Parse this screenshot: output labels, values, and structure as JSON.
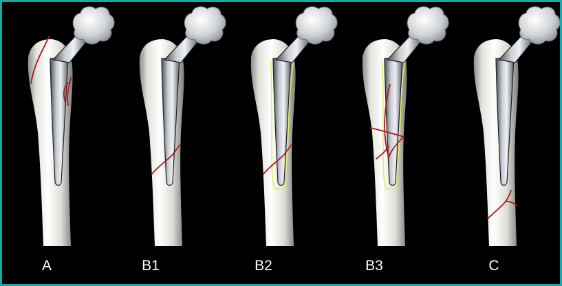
{
  "colors": {
    "border": "#19a8a8",
    "background": "#000000",
    "fracture": "#b0161c",
    "cement": "#e6ea6a",
    "bone": "#f0f0ec",
    "label": "#ffffff"
  },
  "panels": [
    {
      "label": "A",
      "fracture_pattern": "trochanteric",
      "cement_outline": false,
      "prosthesis_loose": false
    },
    {
      "label": "B1",
      "fracture_pattern": "around-stem-tip",
      "cement_outline": false,
      "prosthesis_loose": false
    },
    {
      "label": "B2",
      "fracture_pattern": "around-stem-tip",
      "cement_outline": true,
      "prosthesis_loose": true
    },
    {
      "label": "B3",
      "fracture_pattern": "comminuted-around-stem",
      "cement_outline": true,
      "prosthesis_loose": true
    },
    {
      "label": "C",
      "fracture_pattern": "well-below-stem",
      "cement_outline": false,
      "prosthesis_loose": false
    }
  ]
}
